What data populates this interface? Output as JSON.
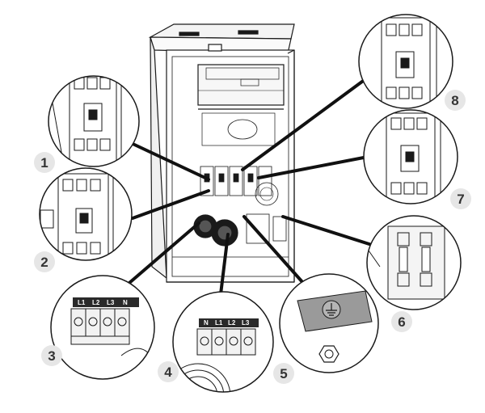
{
  "callouts": [
    "1",
    "2",
    "3",
    "4",
    "5",
    "6",
    "7",
    "8"
  ],
  "terminals_3": [
    "L1",
    "L2",
    "L3",
    "N"
  ],
  "terminals_4": [
    "N",
    "L1",
    "L2",
    "L3"
  ],
  "colors": {
    "line": "#1a1a1a",
    "badge": "#e6e6e6",
    "ground_plate": "#9a9a9a"
  },
  "icons": [
    "ground-symbol-icon",
    "hex-bolt-icon",
    "breaker-icon",
    "fan-grill-icon"
  ]
}
